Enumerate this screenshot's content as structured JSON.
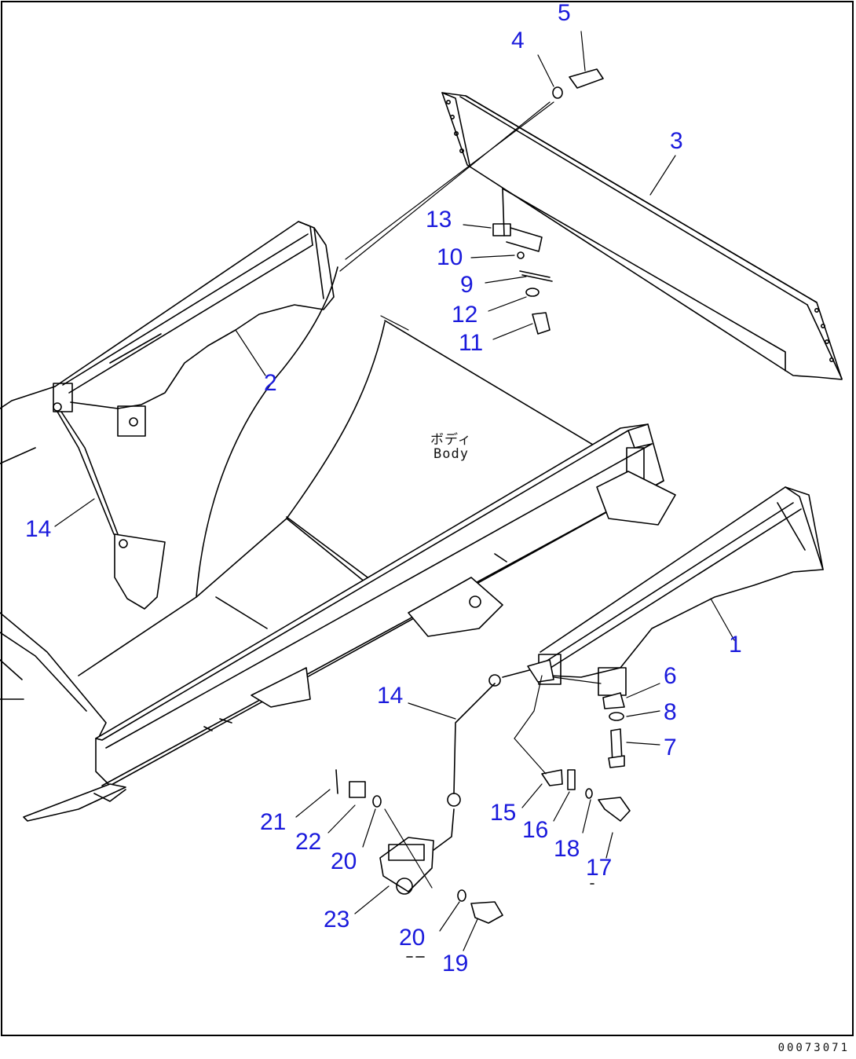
{
  "colors": {
    "callout": "#1a1adc",
    "line": "#000000",
    "background": "#ffffff"
  },
  "body_label": {
    "jp": "ボディ",
    "en": "Body"
  },
  "drawing_code": "00073071",
  "callouts": [
    {
      "id": "c5",
      "text": "5"
    },
    {
      "id": "c4",
      "text": "4"
    },
    {
      "id": "c3",
      "text": "3"
    },
    {
      "id": "c13",
      "text": "13"
    },
    {
      "id": "c10",
      "text": "10"
    },
    {
      "id": "c9",
      "text": "9"
    },
    {
      "id": "c12",
      "text": "12"
    },
    {
      "id": "c11",
      "text": "11"
    },
    {
      "id": "c2",
      "text": "2"
    },
    {
      "id": "c14a",
      "text": "14"
    },
    {
      "id": "c1",
      "text": "1"
    },
    {
      "id": "c6",
      "text": "6"
    },
    {
      "id": "c8",
      "text": "8"
    },
    {
      "id": "c7",
      "text": "7"
    },
    {
      "id": "c14b",
      "text": "14"
    },
    {
      "id": "c21",
      "text": "21"
    },
    {
      "id": "c22",
      "text": "22"
    },
    {
      "id": "c20a",
      "text": "20"
    },
    {
      "id": "c15",
      "text": "15"
    },
    {
      "id": "c16",
      "text": "16"
    },
    {
      "id": "c18",
      "text": "18"
    },
    {
      "id": "c17",
      "text": "17"
    },
    {
      "id": "c23",
      "text": "23"
    },
    {
      "id": "c20b",
      "text": "20"
    },
    {
      "id": "c19",
      "text": "19"
    }
  ]
}
